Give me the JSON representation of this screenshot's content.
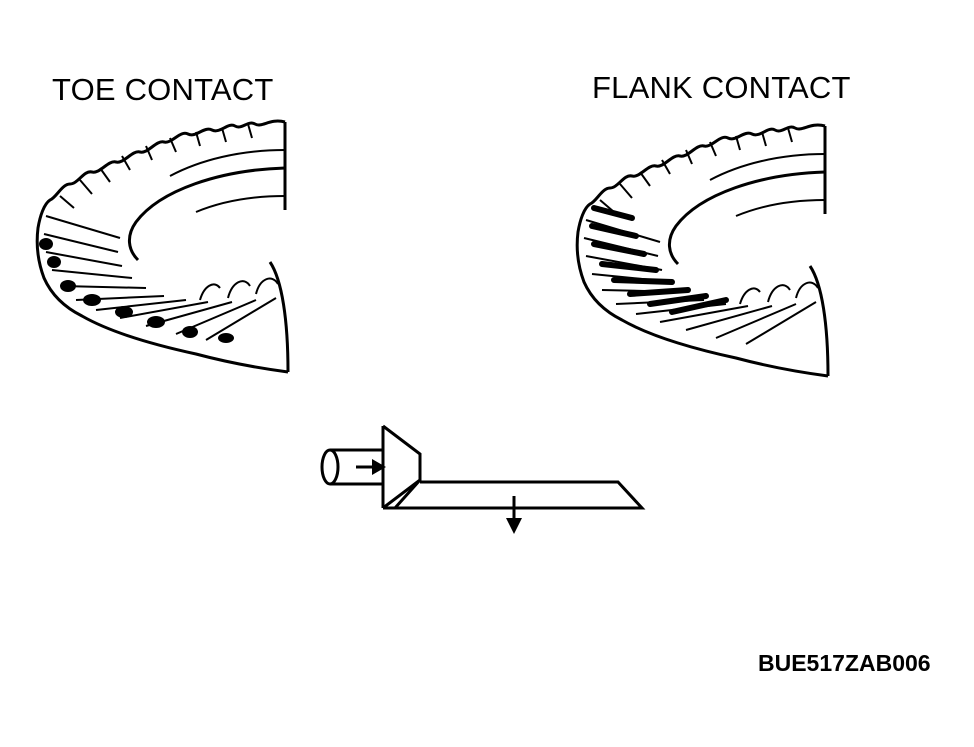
{
  "labels": {
    "toe": "TOE CONTACT",
    "flank": "FLANK CONTACT"
  },
  "figure_code": "BUE517ZAB006",
  "icons": [
    "ring-gear-icon",
    "pinion-shaft-icon",
    "arrow-icon"
  ],
  "colors": {
    "line": "#000000",
    "background": "#ffffff"
  }
}
